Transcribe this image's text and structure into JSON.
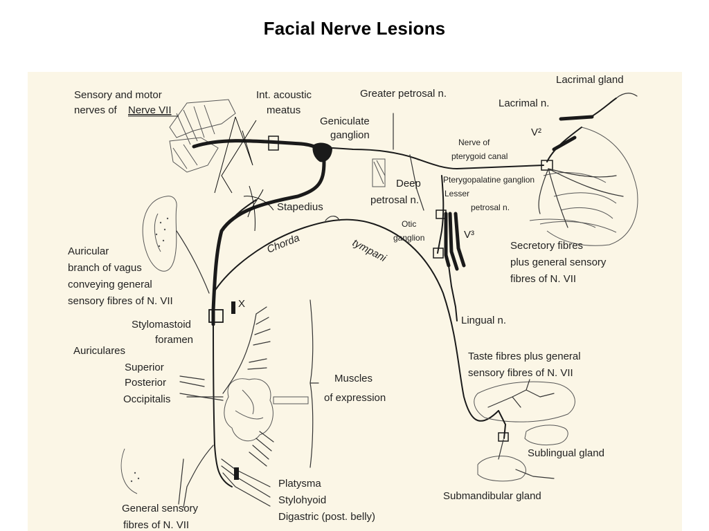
{
  "slide": {
    "title": "Facial Nerve Lesions"
  },
  "diagram": {
    "labels": {
      "sensory_motor_1": "Sensory and motor",
      "sensory_motor_2": "nerves of",
      "sensory_motor_3": "Nerve VII",
      "int_acoustic_1": "Int. acoustic",
      "int_acoustic_2": "meatus",
      "greater_petrosal": "Greater petrosal n.",
      "lacrimal_gland": "Lacrimal gland",
      "lacrimal_n": "Lacrimal n.",
      "geniculate_1": "Geniculate",
      "geniculate_2": "ganglion",
      "v2": "V²",
      "pterygoid_1": "Nerve of",
      "pterygoid_2": "pterygoid canal",
      "deep_petrosal_1": "Deep",
      "deep_petrosal_2": "petrosal n.",
      "pterygopalatine": "Pterygopalatine ganglion",
      "lesser_petrosal_1": "Lesser",
      "lesser_petrosal_2": "petrosal n.",
      "stapedius": "Stapedius",
      "chorda": "Chorda",
      "tympani": "tympani",
      "otic_1": "Otic",
      "otic_2": "ganglion",
      "v3": "V³",
      "secretory_1": "Secretory fibres",
      "secretory_2": "plus general sensory",
      "secretory_3": "fibres of N. VII",
      "auricular_1": "Auricular",
      "auricular_2": "branch of vagus",
      "auricular_3": "conveying general",
      "auricular_4": "sensory fibres of N. VII",
      "x_mark": "X",
      "stylomastoid_1": "Stylomastoid",
      "stylomastoid_2": "foramen",
      "lingual": "Lingual n.",
      "auriculares": "Auriculares",
      "superior": "Superior",
      "posterior": "Posterior",
      "occipitalis": "Occipitalis",
      "muscles_1": "Muscles",
      "muscles_2": "of expression",
      "taste_1": "Taste fibres plus general",
      "taste_2": "sensory fibres of N. VII",
      "sublingual": "Sublingual gland",
      "platysma": "Platysma",
      "stylohyoid": "Stylohyoid",
      "digastric": "Digastric (post. belly)",
      "submandibular": "Submandibular gland",
      "general_sensory_1": "General sensory",
      "general_sensory_2": "fibres of N. VII"
    }
  }
}
